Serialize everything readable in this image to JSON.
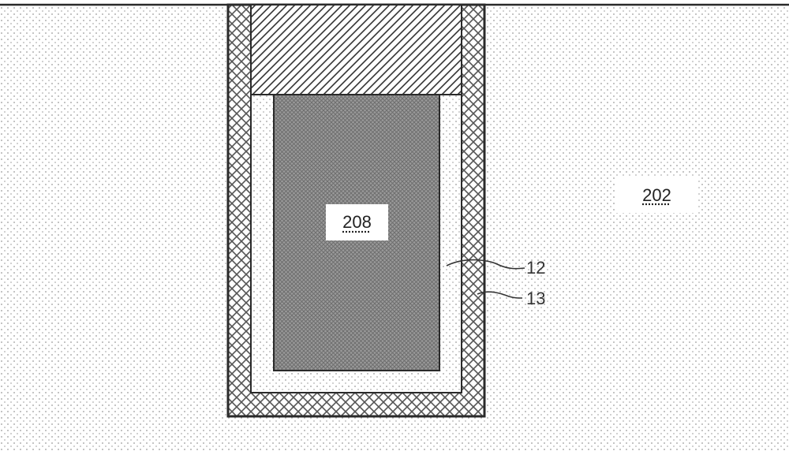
{
  "diagram": {
    "type": "semiconductor cross-section",
    "regions": [
      {
        "id": "202",
        "label": "202",
        "description": "substrate (dotted fill)"
      },
      {
        "id": "208",
        "label": "208",
        "description": "trench fill (dense gray crosshatch)"
      },
      {
        "id": "12",
        "label": "12",
        "description": "inner liner layer (dotted fill)"
      },
      {
        "id": "13",
        "label": "13",
        "description": "outer liner layer (crosshatch)"
      },
      {
        "id": "cap",
        "label": "",
        "description": "cap layer (diagonal hatch)"
      }
    ],
    "labels": {
      "substrate": "202",
      "fill": "208",
      "inner_liner": "12",
      "outer_liner": "13"
    },
    "colors": {
      "line": "#2a2a2a",
      "dot": "#9a9a9a",
      "fill_gray": "#8c8c8c",
      "background": "#ffffff"
    }
  }
}
